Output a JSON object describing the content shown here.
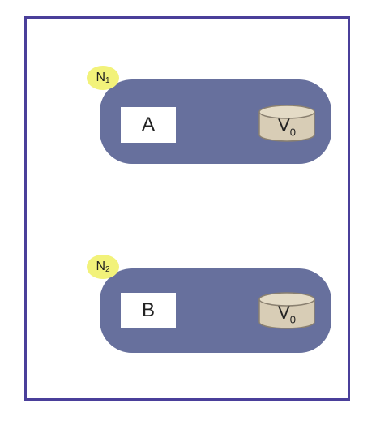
{
  "nodes": [
    {
      "badge": {
        "letter": "N",
        "sub": "1"
      },
      "process": "A",
      "volume": {
        "letter": "V",
        "sub": "0"
      }
    },
    {
      "badge": {
        "letter": "N",
        "sub": "2"
      },
      "process": "B",
      "volume": {
        "letter": "V",
        "sub": "0"
      }
    }
  ],
  "colors": {
    "frame_border": "#4a3f9a",
    "node_fill": "#67709d",
    "badge_fill": "#f2f27a",
    "volume_fill": "#d8cdb6",
    "volume_stroke": "#8a8070"
  },
  "icons": {
    "volume": "cylinder-icon"
  }
}
